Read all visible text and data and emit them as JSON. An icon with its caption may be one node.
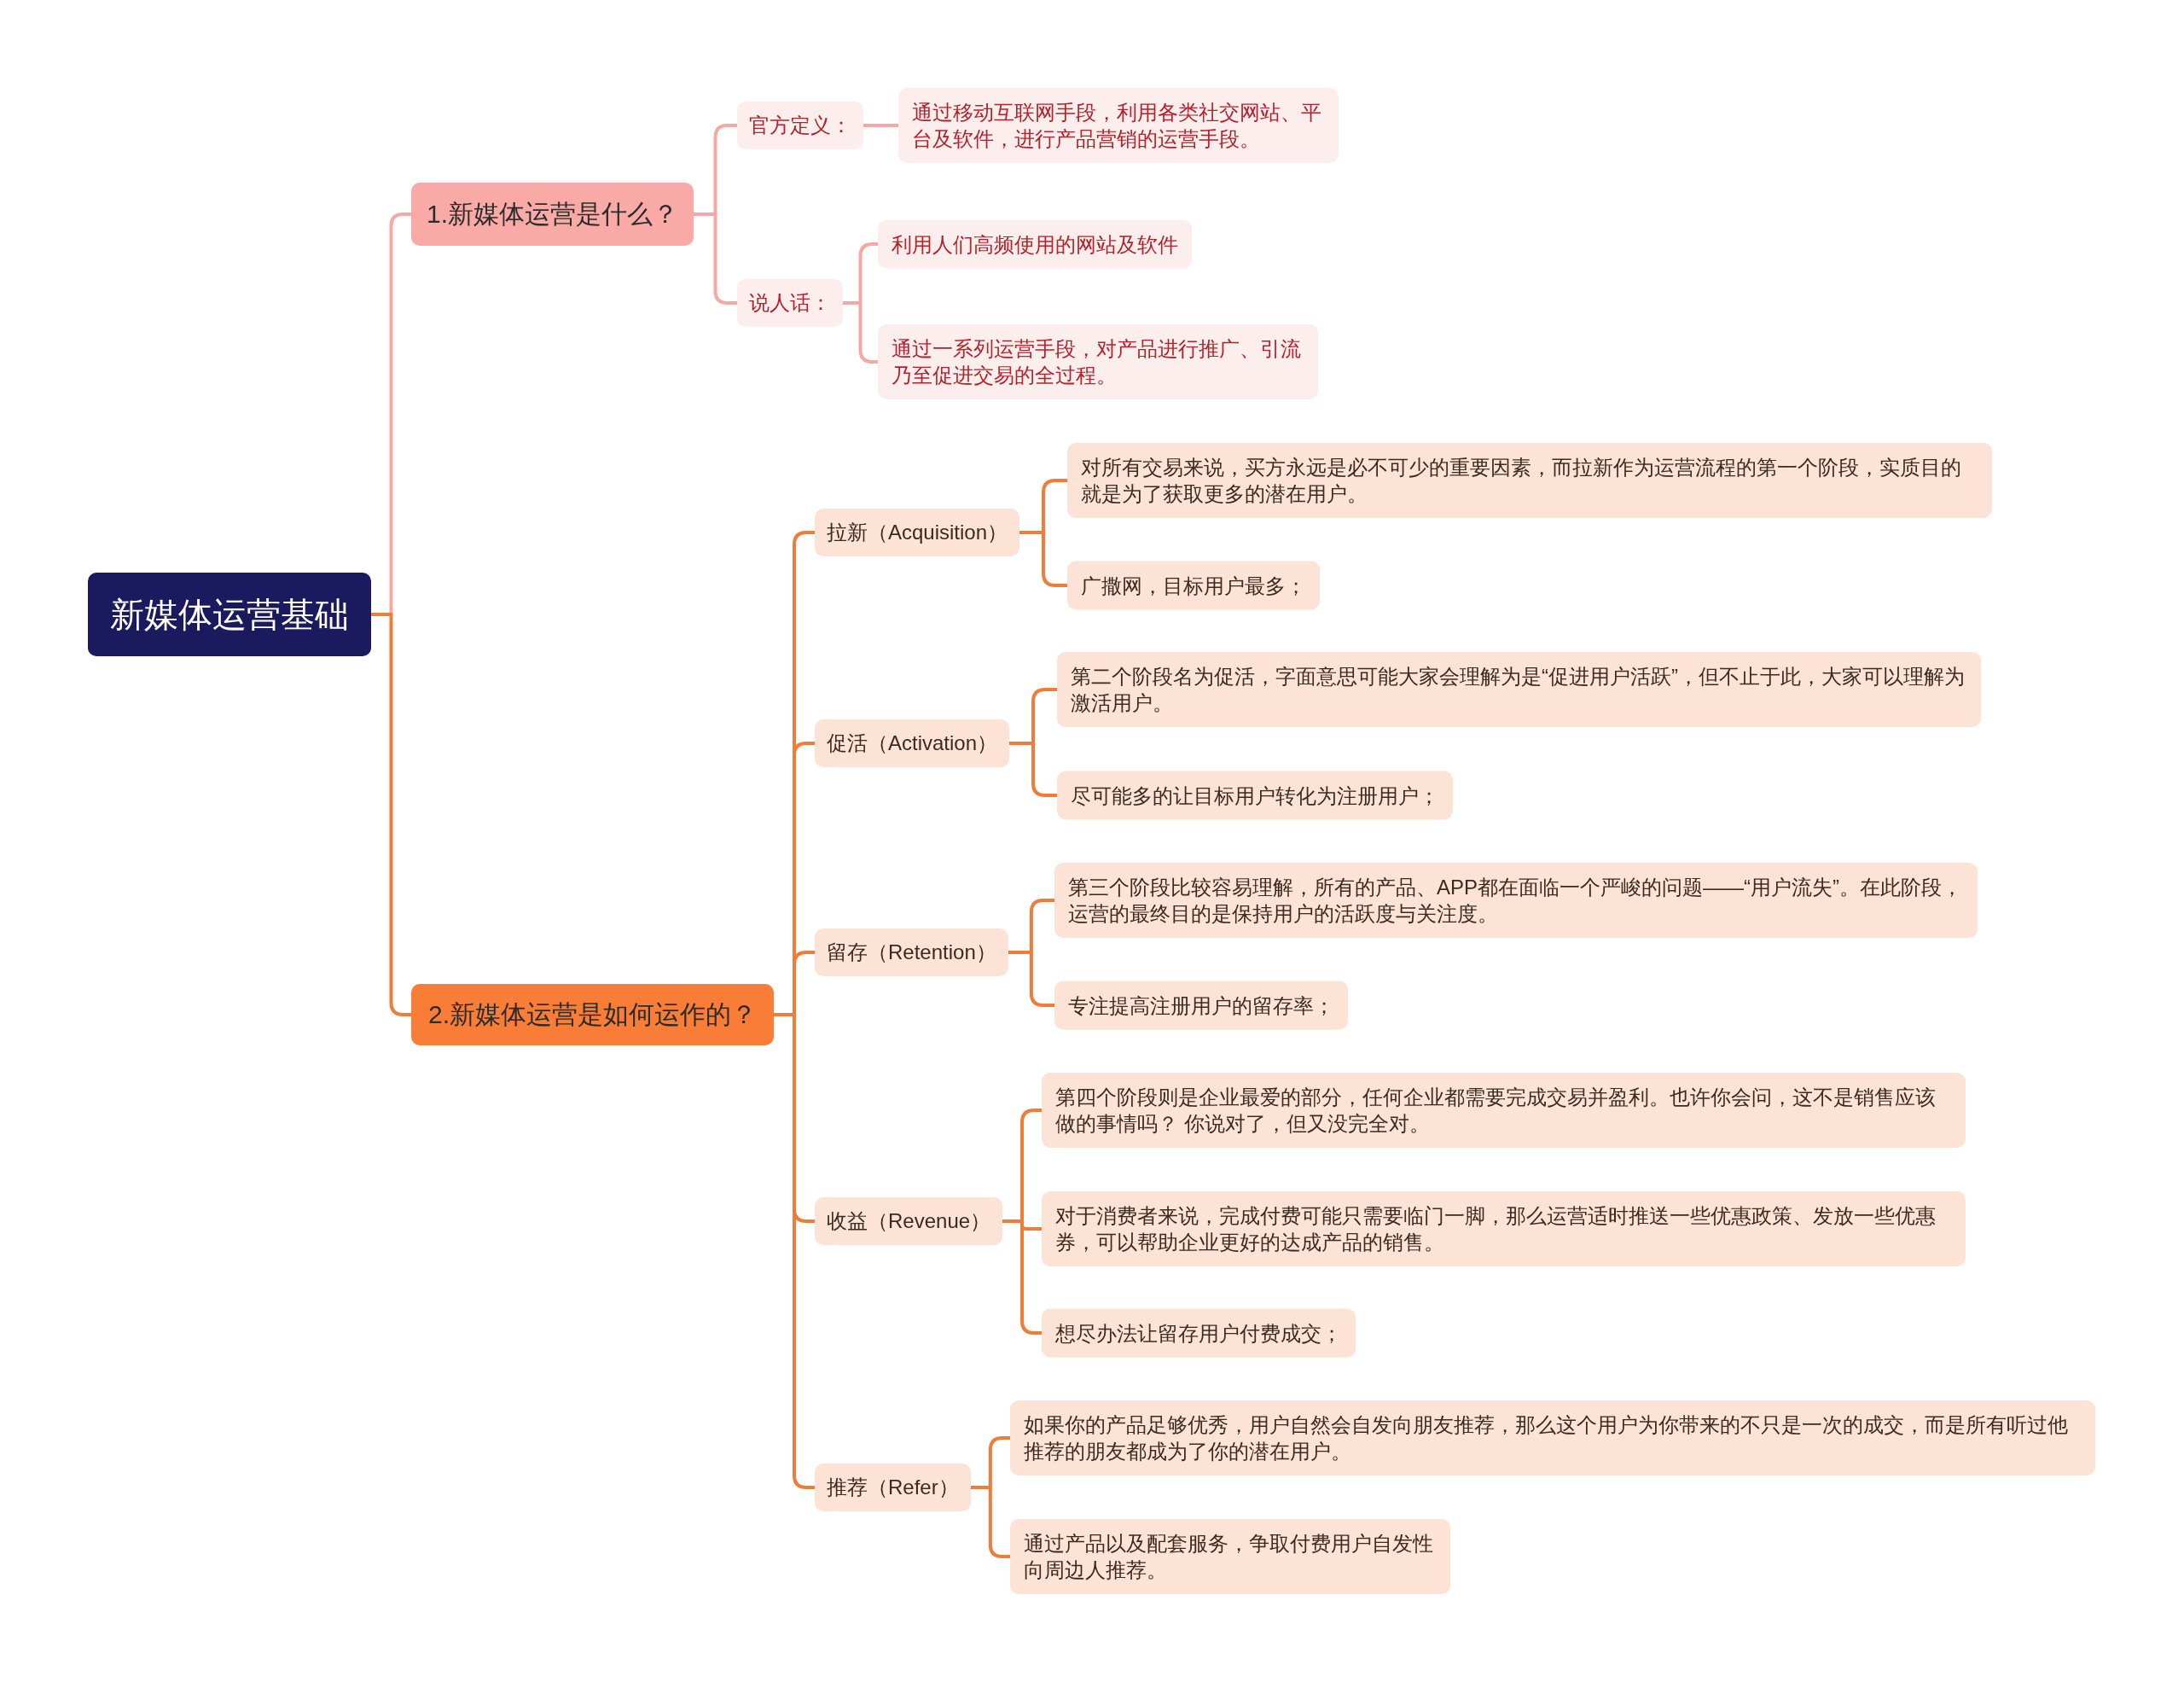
{
  "diagram": {
    "nodes": [
      {
        "text": [
          "新媒体运营基础"
        ]
      },
      {
        "text": [
          "1.新媒体运营是什么？"
        ]
      },
      {
        "text": [
          "官方定义："
        ]
      },
      {
        "text": [
          "通过移动互联网手段，利用各类社交网站、平台及软件，进行产品营销的运营手段。"
        ]
      },
      {
        "text": [
          "说人话："
        ]
      },
      {
        "text": [
          "利用人们高频使用的网站及软件"
        ]
      },
      {
        "text": [
          "通过一系列运营手段，对产品进行推广、引流乃至促进交易的全过程。"
        ]
      },
      {
        "text": [
          "2.新媒体运营是如何运作的？"
        ]
      },
      {
        "text": [
          "拉新（Acquisition）"
        ]
      },
      {
        "text": [
          "对所有交易来说，买方永远是必不可少的重要因素，而拉新作为运营流程的第一个阶段，实质目的就是为了获取更多的潜在用户。"
        ]
      },
      {
        "text": [
          "广撒网，目标用户最多；"
        ]
      },
      {
        "text": [
          "促活（Activation）"
        ]
      },
      {
        "text": [
          "第二个阶段名为促活，字面意思可能大家会理解为是“促进用户活跃”，但不止于此，大家可以理解为激活用户。"
        ]
      },
      {
        "text": [
          "尽可能多的让目标用户转化为注册用户；"
        ]
      },
      {
        "text": [
          "留存（Retention）"
        ]
      },
      {
        "text": [
          "第三个阶段比较容易理解，所有的产品、APP都在面临一个严峻的问题——“用户流失”。在此阶段，运营的最终目的是保持用户的活跃度与关注度。"
        ]
      },
      {
        "text": [
          "专注提高注册用户的留存率；"
        ]
      },
      {
        "text": [
          "收益（Revenue）"
        ]
      },
      {
        "text": [
          "第四个阶段则是企业最爱的部分，任何企业都需要完成交易并盈利。也许你会问，这不是销售应该做的事情吗？ 你说对了，但又没完全对。"
        ]
      },
      {
        "text": [
          "对于消费者来说，完成付费可能只需要临门一脚，那么运营适时推送一些优惠政策、发放一些优惠券，可以帮助企业更好的达成产品的销售。"
        ]
      },
      {
        "text": [
          "想尽办法让留存用户付费成交；"
        ]
      },
      {
        "text": [
          "推荐（Refer）"
        ]
      },
      {
        "text": [
          "如果你的产品足够优秀，用户自然会自发向朋友推荐，那么这个用户为你带来的不只是一次的成交，而是所有听过他推荐的朋友都成为了你的潜在用户。"
        ]
      },
      {
        "text": [
          "通过产品以及配套服务，争取付费用户自发性向周边人推荐。"
        ]
      }
    ],
    "edges": [
      {
        "from": 0,
        "to": 1,
        "arrow": "none",
        "color": "#f6a8a6"
      },
      {
        "from": 1,
        "to": 2,
        "arrow": "none",
        "color": "#f6a8a6"
      },
      {
        "from": 2,
        "to": 3,
        "arrow": "none",
        "color": "#f6a8a6"
      },
      {
        "from": 1,
        "to": 4,
        "arrow": "none",
        "color": "#f6a8a6"
      },
      {
        "from": 4,
        "to": 5,
        "arrow": "none",
        "color": "#f6a8a6"
      },
      {
        "from": 4,
        "to": 6,
        "arrow": "none",
        "color": "#f6a8a6"
      },
      {
        "from": 0,
        "to": 7,
        "arrow": "none"
      },
      {
        "from": 7,
        "to": 8,
        "arrow": "none"
      },
      {
        "from": 8,
        "to": 9,
        "arrow": "none"
      },
      {
        "from": 8,
        "to": 10,
        "arrow": "none"
      },
      {
        "from": 7,
        "to": 11,
        "arrow": "none"
      },
      {
        "from": 11,
        "to": 12,
        "arrow": "none"
      },
      {
        "from": 11,
        "to": 13,
        "arrow": "none"
      },
      {
        "from": 7,
        "to": 14,
        "arrow": "none"
      },
      {
        "from": 14,
        "to": 15,
        "arrow": "none"
      },
      {
        "from": 14,
        "to": 16,
        "arrow": "none"
      },
      {
        "from": 7,
        "to": 17,
        "arrow": "none"
      },
      {
        "from": 17,
        "to": 18,
        "arrow": "none"
      },
      {
        "from": 17,
        "to": 19,
        "arrow": "none"
      },
      {
        "from": 17,
        "to": 20,
        "arrow": "none"
      },
      {
        "from": 7,
        "to": 21,
        "arrow": "none"
      },
      {
        "from": 21,
        "to": 22,
        "arrow": "none"
      },
      {
        "from": 21,
        "to": 23,
        "arrow": "none"
      }
    ]
  }
}
